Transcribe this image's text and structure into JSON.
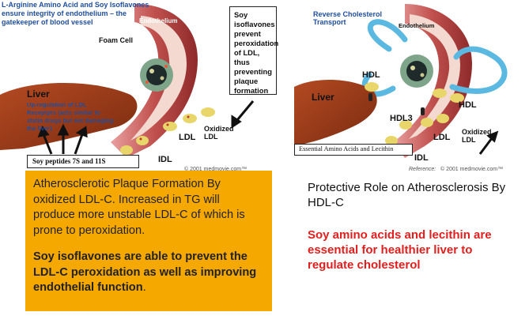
{
  "left_diagram": {
    "top_note": "L-Arginine Amino Acid and Soy Isoflavones ensure integrity of endothelium – the gatekeeper of blood vessel",
    "endothelium_label": "Endothelium",
    "foam_cell_label": "Foam Cell",
    "soy_callout": "Soy isoflavones prevent peroxidation of LDL, thus preventing plaque formation",
    "liver_title": "Liver",
    "liver_note": "Up-regulation of LDL Receptprs (acts similar to statin drugs but not damaging the liver)",
    "ldl_label": "LDL",
    "oxidized_ldl_label": "Oxidized LDL",
    "idl_label": "IDL",
    "soy_peptides_label": "Soy peptides 7S and 11S",
    "copyright": "© 2001 medmovie.com™"
  },
  "right_diagram": {
    "rct_label": "Reverse Cholesterol Transport",
    "endothelium_label": "Endothelium",
    "hdl_label_1": "HDL",
    "hdl_label_2": "HDL",
    "hdl3_label": "HDL3",
    "liver_title": "Liver",
    "ldl_label": "LDL",
    "oxidized_ldl_label": "Oxidized LDL",
    "idl_label": "IDL",
    "amino_callout": "Essential Amino Acids and Lecithin",
    "reference_label": "Reference:",
    "copyright": "© 2001 medmovie.com™"
  },
  "left_text_box": {
    "paragraph": "Atherosclerotic Plaque Formation By oxidized LDL-C. Increased in TG will produce more unstable LDL-C of which is prone to peroxidation.",
    "bold_text": "Soy isoflavones are able to prevent the LDL-C peroxidation as well as improving endothelial function",
    "bold_end": "."
  },
  "right_text": {
    "title": "Protective Role on Atherosclerosis By HDL-C",
    "red_text": "Soy amino acids and lecithin are essential for healthier liver to regulate cholesterol"
  },
  "colors": {
    "box_orange": "#f5a800",
    "red_text": "#e0201f",
    "blue_text": "#1f4e9e",
    "liver": "#9a3d1a",
    "vessel": "#c0504d"
  }
}
